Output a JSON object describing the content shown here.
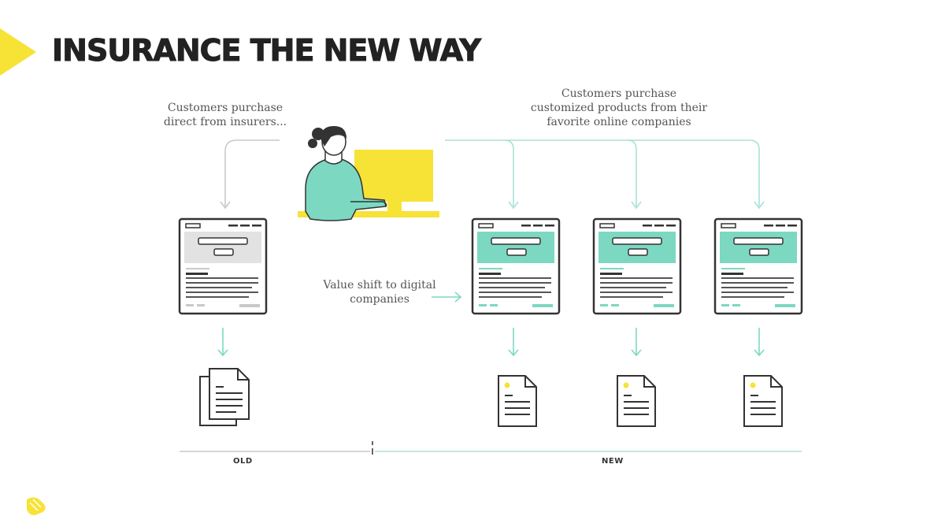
{
  "title": "INSURANCE THE NEW WAY",
  "captions": {
    "left": [
      "Customers purchase",
      "direct from insurers..."
    ],
    "right": [
      "Customers purchase",
      "customized products from their",
      "favorite online companies"
    ],
    "middle": [
      "Value shift to digital",
      "companies"
    ]
  },
  "timeline": {
    "old_label": "OLD",
    "new_label": "NEW"
  },
  "colors": {
    "accent_yellow": "#F7E236",
    "teal": "#7DD8C2",
    "teal_line": "#A9E2D6",
    "gray_line": "#C9C9CC",
    "dark": "#333333",
    "header_gray": "#E2E2E2"
  },
  "icons": [
    "play-triangle-icon",
    "person-at-computer-icon",
    "website-mockup-icon",
    "document-icon",
    "brand-logo-icon"
  ]
}
